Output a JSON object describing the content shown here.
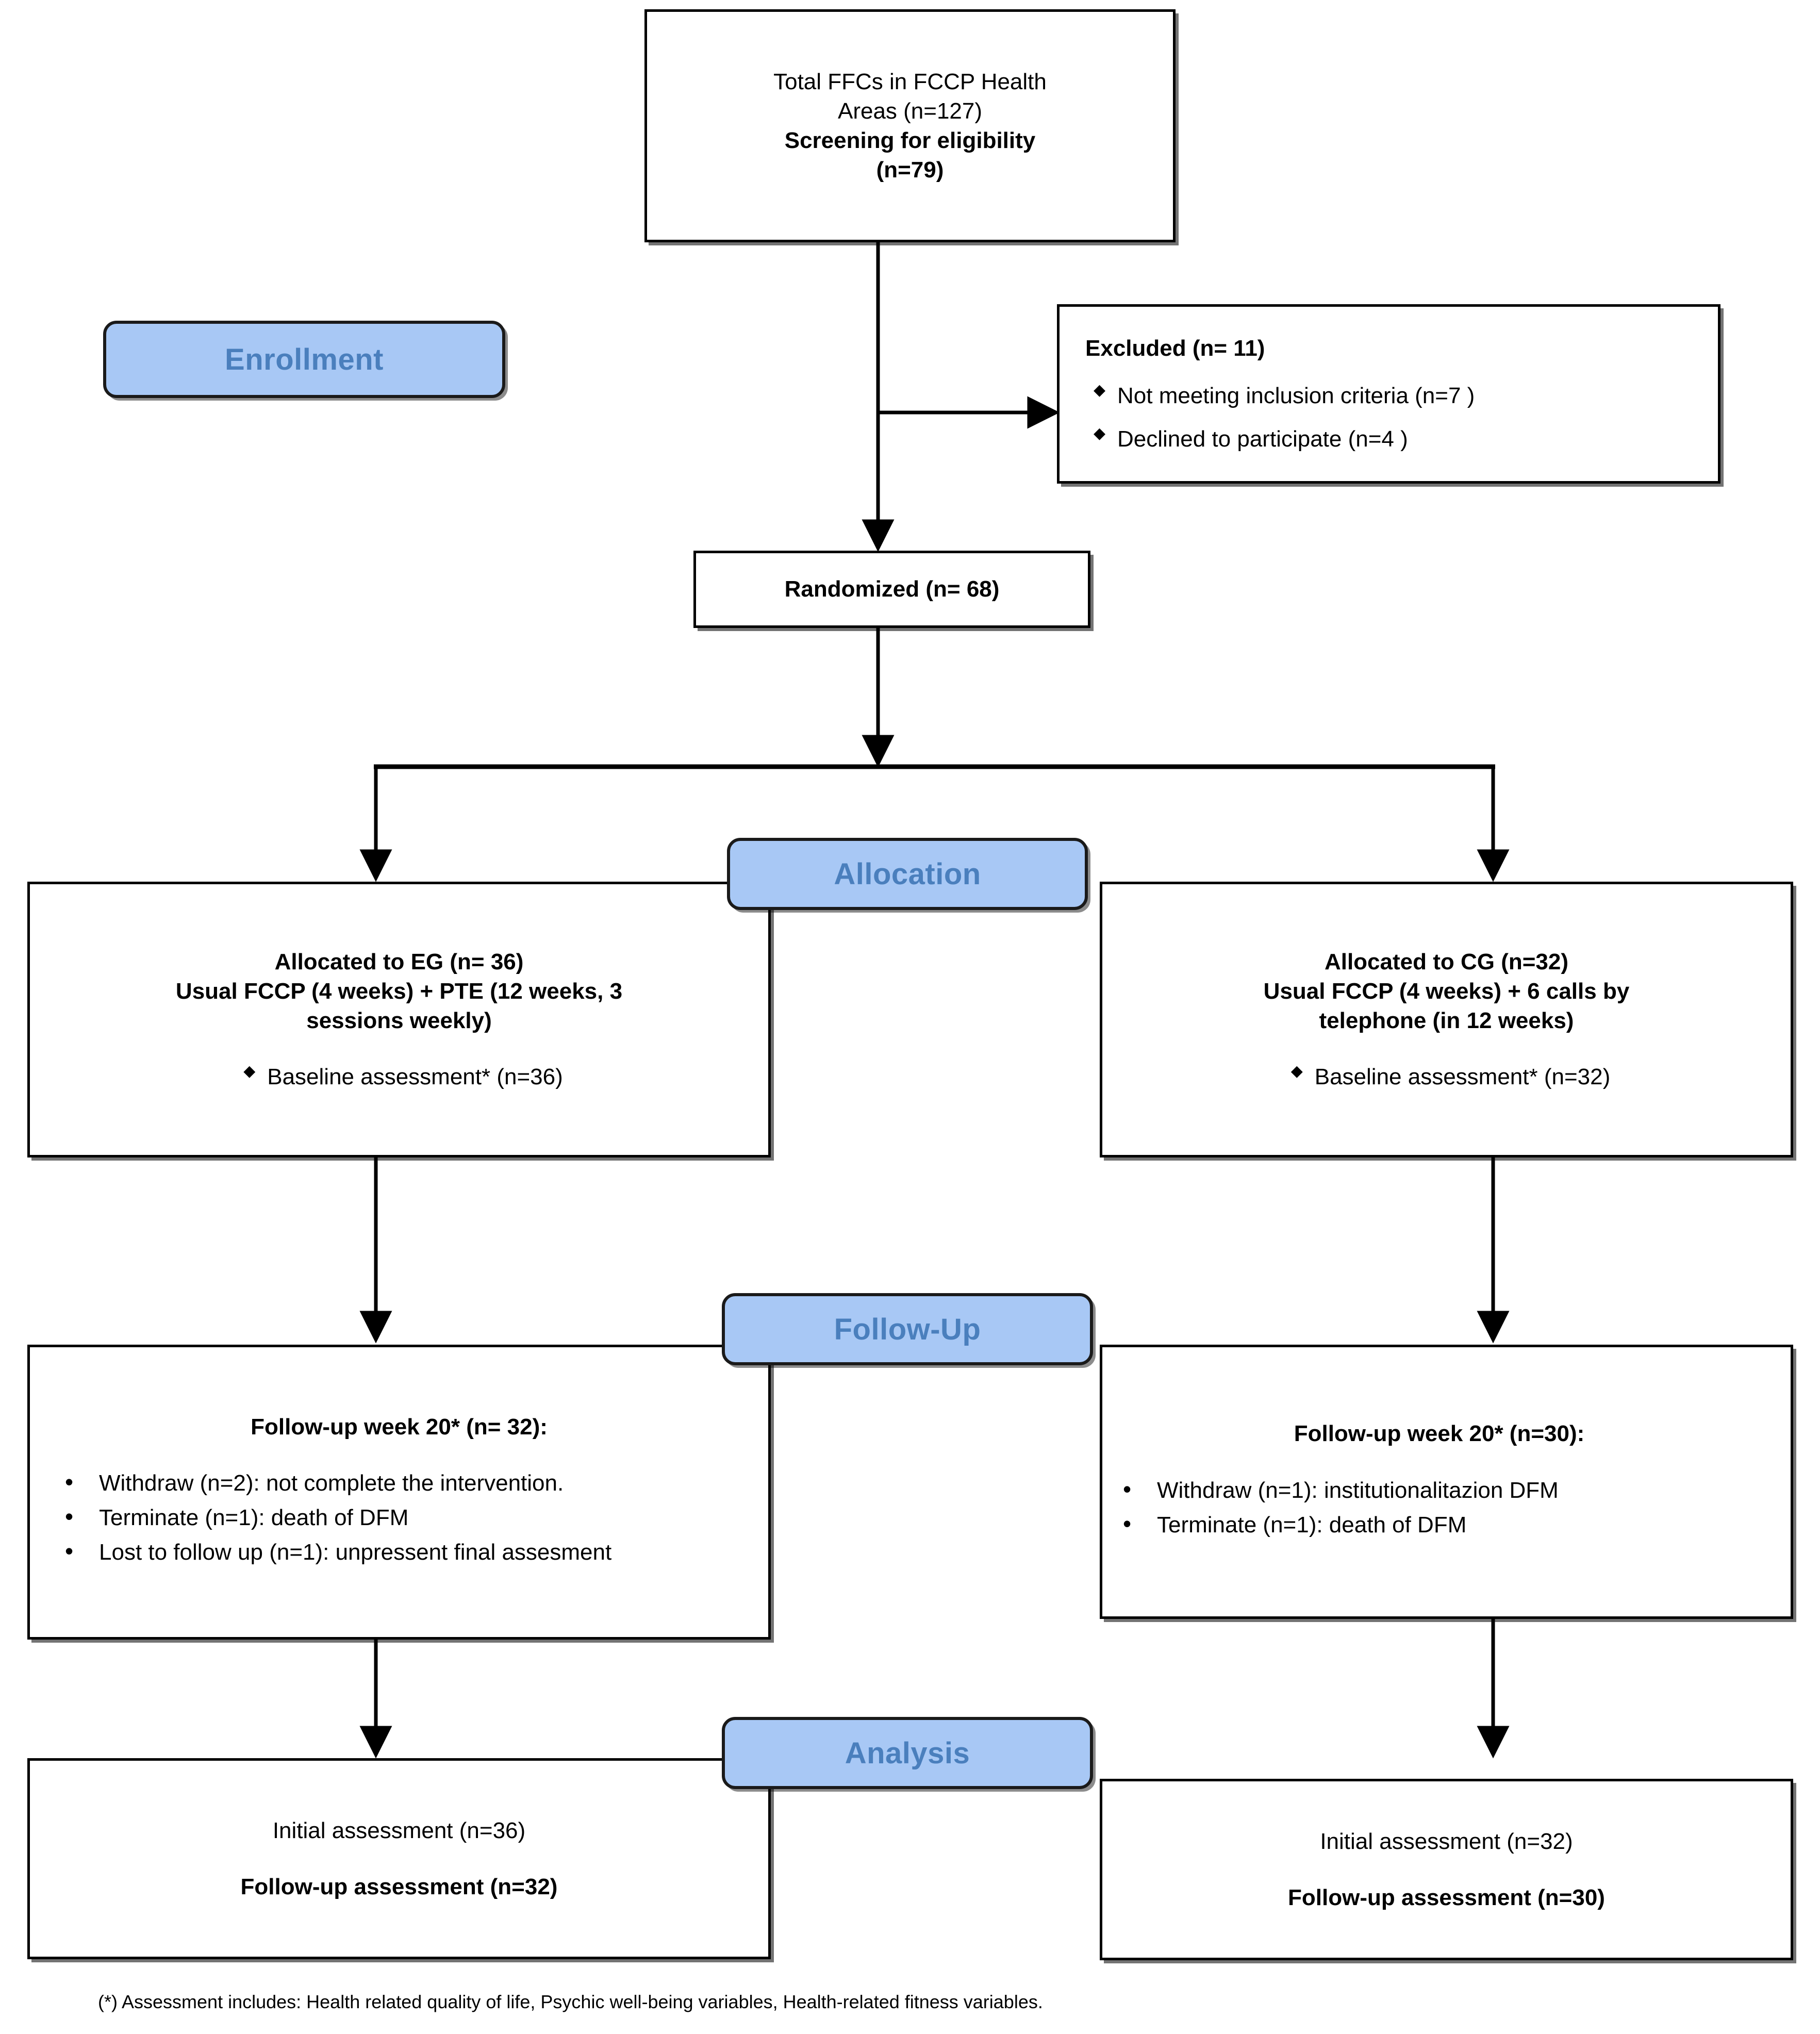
{
  "diagram": {
    "title": "CONSORT participant flow diagram",
    "accent_pill_fill": "#a8c8f5",
    "accent_pill_text": "#4a7fbd",
    "box_border": "#000000",
    "canvas_background": "#ffffff"
  },
  "stage_labels": {
    "enrollment": "Enrollment",
    "allocation": "Allocation",
    "followup": "Follow-Up",
    "analysis": "Analysis"
  },
  "enrollment_box": {
    "line1": "Total FFCs in FCCP Health",
    "line2": "Areas (n=127)",
    "line3": "Screening for eligibility",
    "line4": "(n=79)"
  },
  "excluded_box": {
    "heading": "Excluded (n= 11)",
    "items": [
      "Not meeting inclusion criteria (n=7 )",
      "Declined to participate (n=4 )"
    ]
  },
  "randomized_box": {
    "label": "Randomized (n= 68)"
  },
  "allocation_left": {
    "line1": "Allocated to EG (n= 36)",
    "line2": "Usual FCCP (4 weeks) + PTE (12 weeks, 3",
    "line3": "sessions weekly)",
    "items": [
      "Baseline assessment* (n=36)"
    ]
  },
  "allocation_right": {
    "line1": "Allocated to CG (n=32)",
    "line2": "Usual FCCP (4 weeks) + 6 calls by",
    "line3": "telephone (in 12 weeks)",
    "items": [
      "Baseline assessment* (n=32)"
    ]
  },
  "followup_left": {
    "heading": "Follow-up week 20* (n= 32):",
    "items": [
      "Withdraw (n=2): not complete the intervention.",
      "Terminate (n=1): death of DFM",
      "Lost to follow up (n=1):  unpressent final assesment"
    ]
  },
  "followup_right": {
    "heading": "Follow-up week 20* (n=30):",
    "items": [
      "Withdraw (n=1): institutionalitazion DFM",
      "Terminate (n=1): death of DFM"
    ]
  },
  "analysis_left": {
    "line1": "Initial assessment (n=36)",
    "line2": "Follow-up assessment (n=32)"
  },
  "analysis_right": {
    "line1": "Initial assessment (n=32)",
    "line2": "Follow-up assessment (n=30)"
  },
  "footnote": {
    "text": "(*) Assessment includes: Health related quality of life, Psychic well-being variables, Health-related fitness variables."
  }
}
